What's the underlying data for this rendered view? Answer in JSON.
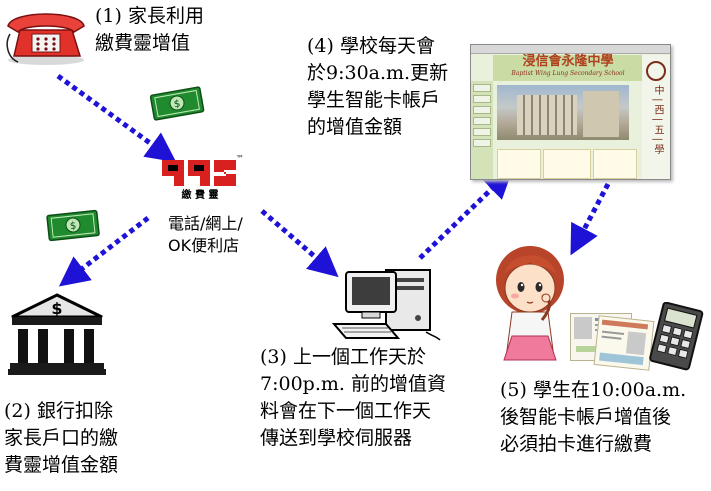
{
  "step1": {
    "lines": [
      "(1)  家長利用",
      "繳費靈增值"
    ]
  },
  "step2": {
    "lines": [
      "(2)  銀行扣除",
      "家長戶口的繳",
      "費靈增值金額"
    ]
  },
  "step3": {
    "lines": [
      "(3)  上一個工作天於",
      "7:00p.m.  前的增值資",
      "料會在下一個工作天",
      "傳送到學校伺服器"
    ]
  },
  "step4": {
    "lines": [
      "(4)  學校每天會",
      "於9:30a.m.更新",
      "學生智能卡帳戶",
      "的增值金額"
    ]
  },
  "step5": {
    "lines": [
      "(5)  學生在10:00a.m.",
      "後智能卡帳戶增值後",
      "必須拍卡進行繳費"
    ]
  },
  "pps": {
    "logo_label": "繳 費 靈",
    "tm": "™",
    "channels": [
      "電話/網上/",
      "OK便利店"
    ]
  },
  "website": {
    "title": "浸信會永隆中學",
    "subtitle": "Baptist Wing Lung Secondary School",
    "side_text": "中 | 西 | 五 | 學"
  },
  "bank_symbol": "$",
  "colors": {
    "arrow": "#1e12d6",
    "phone": "#e0322a",
    "money": "#1f8a2e",
    "pps_red": "#d8201e"
  }
}
